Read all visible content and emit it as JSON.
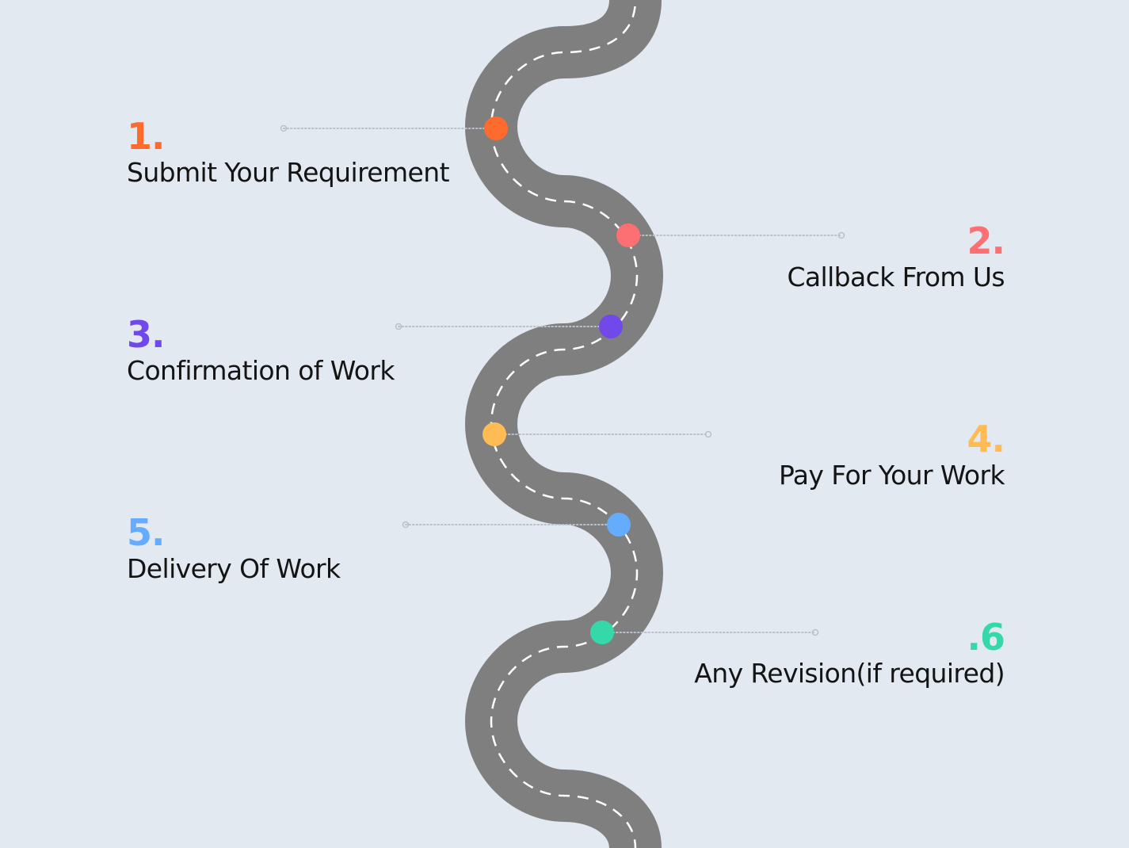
{
  "colors": {
    "background": "#e2e9f1",
    "road": "#7f7f7f",
    "road_marking": "#ffffff",
    "leader_line": "#b9c1cb",
    "label_text": "#141414"
  },
  "steps": [
    {
      "number": "1.",
      "label": "Submit Your Requirement",
      "color": "#ff6b2c",
      "side": "left"
    },
    {
      "number": "2.",
      "label": "Callback From Us",
      "color": "#fc6f72",
      "side": "right"
    },
    {
      "number": "3.",
      "label": "Confirmation of Work",
      "color": "#7148ea",
      "side": "left"
    },
    {
      "number": "4.",
      "label": "Pay For Your Work",
      "color": "#ffbc55",
      "side": "right"
    },
    {
      "number": "5.",
      "label": "Delivery Of Work",
      "color": "#65acff",
      "side": "left"
    },
    {
      "number": ".6",
      "label": "Any Revision(if required)",
      "color": "#35d8a8",
      "side": "right"
    }
  ]
}
